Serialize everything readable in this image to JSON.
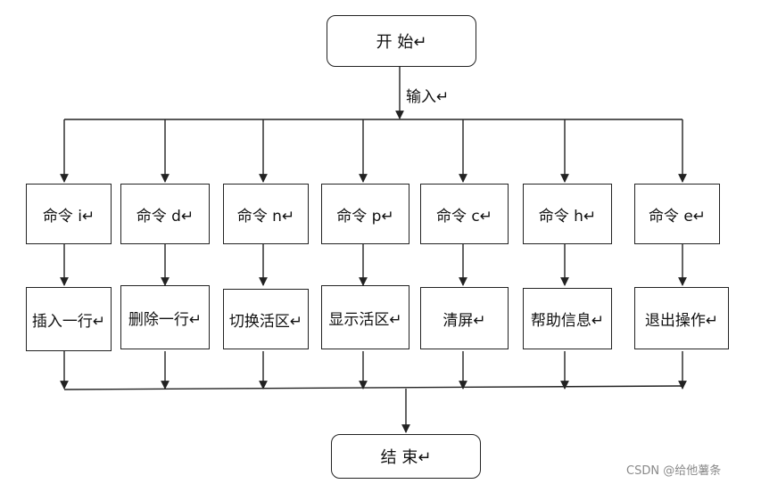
{
  "start": {
    "label": "开 始↵"
  },
  "input_label": "输入↵",
  "commands": [
    {
      "cmd": "命令 i↵",
      "action": "插入一行↵"
    },
    {
      "cmd": "命令 d↵",
      "action": "删除一行↵"
    },
    {
      "cmd": "命令 n↵",
      "action": "切换活区↵"
    },
    {
      "cmd": "命令 p↵",
      "action": "显示活区↵"
    },
    {
      "cmd": "命令 c↵",
      "action": "清屏↵"
    },
    {
      "cmd": "命令 h↵",
      "action": "帮助信息↵"
    },
    {
      "cmd": "命令 e↵",
      "action": "退出操作↵"
    }
  ],
  "end": {
    "label": "结 束↵"
  },
  "watermark": "CSDN @给他薯条",
  "colors": {
    "line": "#222222",
    "text": "#111111",
    "watermark": "#8a8a8a"
  }
}
